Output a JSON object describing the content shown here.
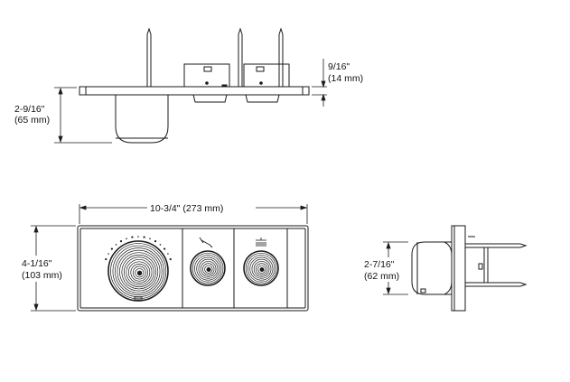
{
  "dimensions": {
    "height_side": {
      "imperial": "2-9/16\"",
      "metric": "(65 mm)"
    },
    "depth_top": {
      "imperial": "9/16\"",
      "metric": "(14 mm)"
    },
    "width": {
      "text": "10-3/4\" (273 mm)"
    },
    "height_front": {
      "imperial": "4-1/16\"",
      "metric": "(103 mm)"
    },
    "depth_side": {
      "imperial": "2-7/16\"",
      "metric": "(62 mm)"
    }
  },
  "icons": {
    "handshower": "handshower-icon",
    "showerhead": "showerhead-icon"
  },
  "colors": {
    "line": "#1a1a1a",
    "background": "#ffffff"
  }
}
